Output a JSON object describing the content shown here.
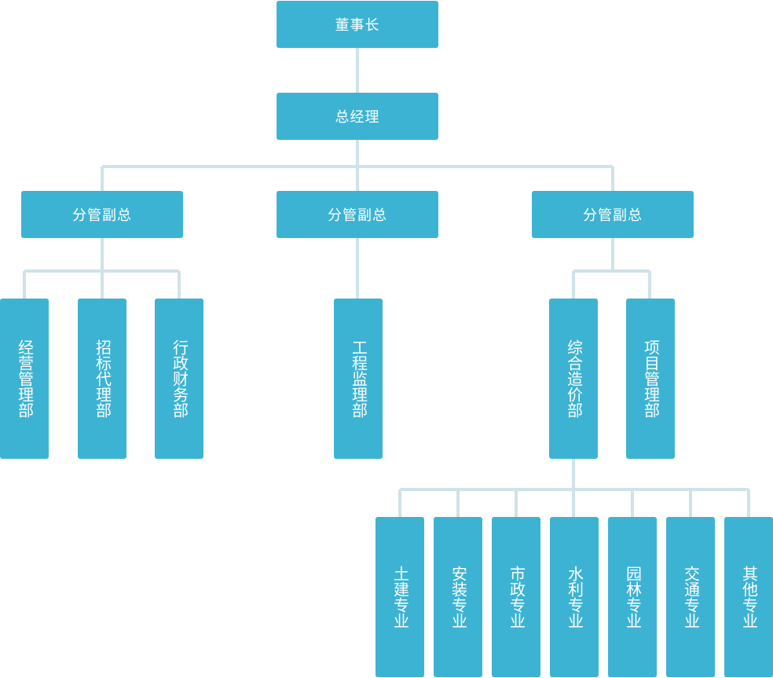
{
  "chairman": "董事长",
  "general_manager": "总经理",
  "vps": [
    {
      "label": "分管副总",
      "departments": [
        "经营管理部",
        "招标代理部",
        "行政财务部"
      ]
    },
    {
      "label": "分管副总",
      "departments": [
        "工程监理部"
      ]
    },
    {
      "label": "分管副总",
      "departments": [
        "综合造价部",
        "项目管理部"
      ]
    }
  ],
  "cost_specialties": [
    "土建专业",
    "安装专业",
    "市政专业",
    "水利专业",
    "园林专业",
    "交通专业",
    "其他专业"
  ],
  "colors": {
    "box": "#3db3d3",
    "connector": "#cfe3e8",
    "text": "#ffffff"
  }
}
